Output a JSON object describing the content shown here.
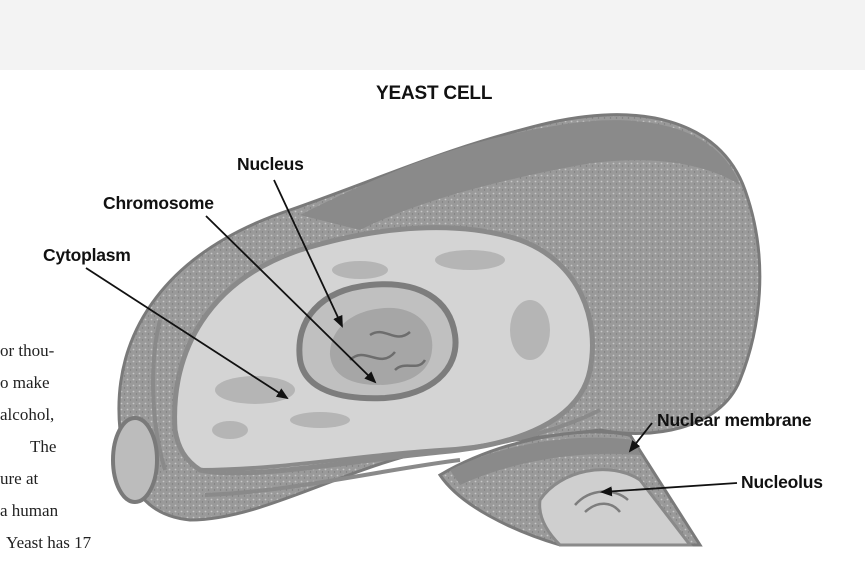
{
  "diagram": {
    "title": "YEAST CELL",
    "labels": {
      "nucleus": "Nucleus",
      "chromosome": "Chromosome",
      "cytoplasm": "Cytoplasm",
      "nuclear_membrane": "Nuclear membrane",
      "nucleolus": "Nucleolus"
    },
    "colors": {
      "cell_fill": "#8c8c8c",
      "cell_light": "#d2d2d2",
      "ink": "#111111",
      "page_bg": "#ffffff"
    }
  },
  "body_text": {
    "lines": [
      "or thou-",
      "o make",
      "alcohol,",
      "The",
      "ure at",
      "a human",
      "Yeast has 17"
    ]
  }
}
